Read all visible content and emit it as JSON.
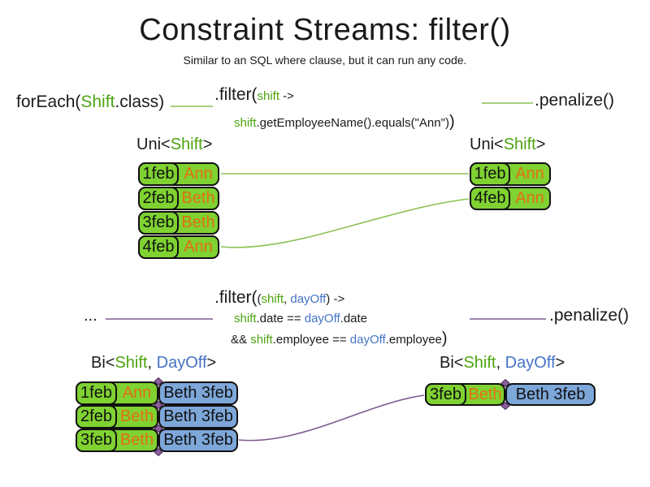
{
  "title": "Constraint Streams: filter()",
  "subtitle": "Similar to an SQL where clause, but it can run any code.",
  "code_top": {
    "foreach_pre": "forEach(",
    "foreach_class": "Shift",
    "foreach_post": ".class)",
    "filter_fn": ".filter(",
    "filter_arg": "shift",
    "filter_arrow": " ->",
    "body_var": "shift",
    "body_rest": ".getEmployeeName().equals(\"Ann\")",
    "body_close": ")",
    "penalize": ".penalize()"
  },
  "code_bottom": {
    "source": "...",
    "filter_fn": ".filter(",
    "args_open": "(",
    "arg1": "shift",
    "args_comma": ", ",
    "arg2": "dayOff",
    "args_close": ")",
    "arrow": " ->",
    "l2_var1": "shift",
    "l2_mid": ".date == ",
    "l2_var2": "dayOff",
    "l2_end": ".date",
    "l3_and": "&& ",
    "l3_var1": "shift",
    "l3_mid": ".employee == ",
    "l3_var2": "dayOff",
    "l3_end": ".employee",
    "l3_close": ")",
    "penalize": ".penalize()"
  },
  "labels": {
    "uni_pre": "Uni<",
    "uni_shift": "Shift",
    "uni_post": ">",
    "bi_pre": "Bi<",
    "bi_shift": "Shift",
    "bi_comma": ", ",
    "bi_dayoff": "DayOff",
    "bi_post": ">"
  },
  "tables": {
    "top_left": [
      {
        "date": "1feb",
        "name": "Ann"
      },
      {
        "date": "2feb",
        "name": "Beth"
      },
      {
        "date": "3feb",
        "name": "Beth"
      },
      {
        "date": "4feb",
        "name": "Ann"
      }
    ],
    "top_right": [
      {
        "date": "1feb",
        "name": "Ann"
      },
      {
        "date": "4feb",
        "name": "Ann"
      }
    ],
    "bottom_left": [
      {
        "date": "1feb",
        "name": "Ann",
        "pair": "Beth 3feb"
      },
      {
        "date": "2feb",
        "name": "Beth",
        "pair": "Beth 3feb"
      },
      {
        "date": "3feb",
        "name": "Beth",
        "pair": "Beth 3feb"
      }
    ],
    "bottom_right": [
      {
        "date": "3feb",
        "name": "Beth",
        "pair": "Beth 3feb"
      }
    ]
  },
  "colors": {
    "shift_green": "#4ea410",
    "dayoff_blue": "#4473c5",
    "employee_orange": "#e2700f",
    "card_green": "#7fd231",
    "card_blue": "#7da7d9",
    "connector_green": "#8cc152",
    "connector_purple": "#7e5a8f"
  }
}
